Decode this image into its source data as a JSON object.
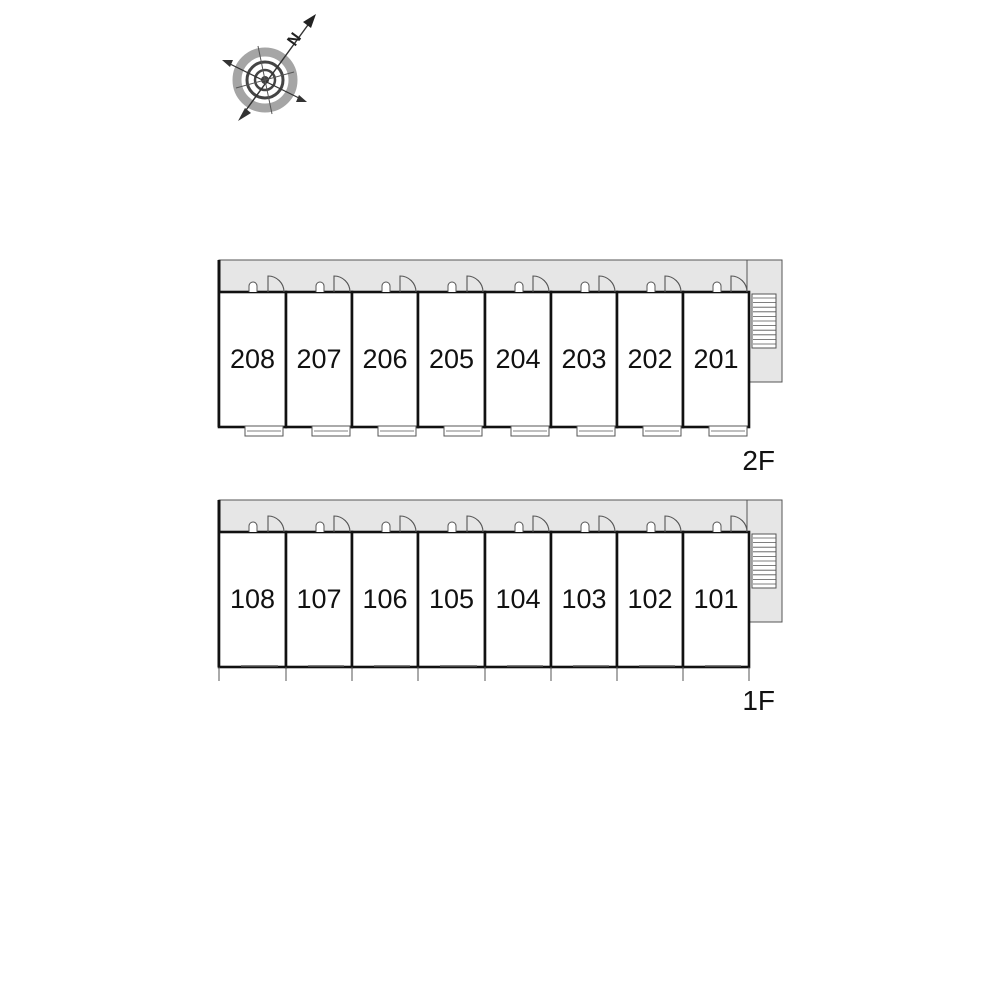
{
  "compass": {
    "north_letter": "N",
    "icon": "compass-rose-icon"
  },
  "floors": [
    {
      "label": "2F",
      "rooms": [
        "208",
        "207",
        "206",
        "205",
        "204",
        "203",
        "202",
        "201"
      ],
      "has_balconies": true
    },
    {
      "label": "1F",
      "rooms": [
        "108",
        "107",
        "106",
        "105",
        "104",
        "103",
        "102",
        "101"
      ],
      "has_balconies": false
    }
  ],
  "colors": {
    "corridor": "#e6e6e6",
    "wall": "#111111",
    "line": "#555555",
    "compass_ring": "#9a9a9a"
  }
}
